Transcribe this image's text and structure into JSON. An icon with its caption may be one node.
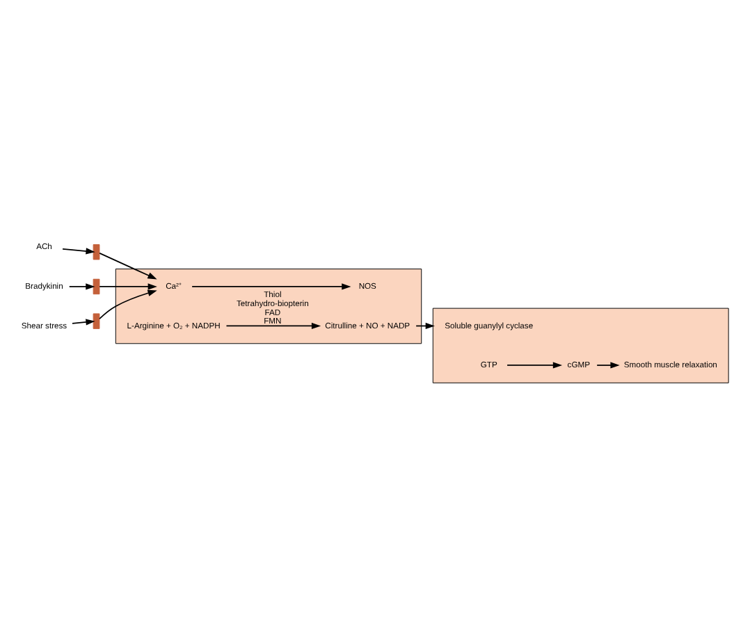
{
  "diagram": {
    "nodes": [
      {
        "text": [],
        "shape": "box"
      },
      {
        "text": [
          "ACh"
        ]
      },
      {
        "text": [
          "Bradykinin"
        ]
      },
      {
        "text": [
          "Shear stress"
        ]
      },
      {
        "text": [],
        "shape": "bar"
      },
      {
        "text": [],
        "shape": "bar"
      },
      {
        "text": [],
        "shape": "bar"
      },
      {
        "text": [
          "Ca²⁺"
        ],
        "in": 0
      },
      {
        "text": [
          "NOS"
        ],
        "in": 0
      },
      {
        "text": [
          "L-Arginine + O₂ + NADPH"
        ],
        "in": 0
      },
      {
        "text": [
          "Citrulline + NO + NADP"
        ],
        "in": 0
      },
      {
        "text": [],
        "shape": "box"
      },
      {
        "text": [
          "Soluble guanylyl cyclase"
        ],
        "in": 11
      },
      {
        "text": [
          "GTP"
        ],
        "in": 11
      },
      {
        "text": [
          "cGMP"
        ],
        "in": 11
      },
      {
        "text": [
          "Smooth muscle relaxation"
        ],
        "in": 11
      }
    ],
    "edges": [
      {
        "from": 1,
        "to": 4,
        "arrow": "to"
      },
      {
        "from": 2,
        "to": 5,
        "arrow": "to"
      },
      {
        "from": 3,
        "to": 6,
        "arrow": "to"
      },
      {
        "from": 4,
        "to": 7,
        "arrow": "to"
      },
      {
        "from": 5,
        "to": 7,
        "arrow": "to"
      },
      {
        "from": 6,
        "to": 7,
        "arrow": "to"
      },
      {
        "from": 7,
        "to": 8,
        "arrow": "to"
      },
      {
        "from": 9,
        "to": 10,
        "arrow": "to",
        "label": "Thiol Tetrahydro-biopterin FAD FMN"
      },
      {
        "from": 10,
        "to": 11,
        "arrow": "to"
      },
      {
        "from": 13,
        "to": 14,
        "arrow": "to"
      },
      {
        "from": 14,
        "to": 15,
        "arrow": "to"
      }
    ]
  }
}
